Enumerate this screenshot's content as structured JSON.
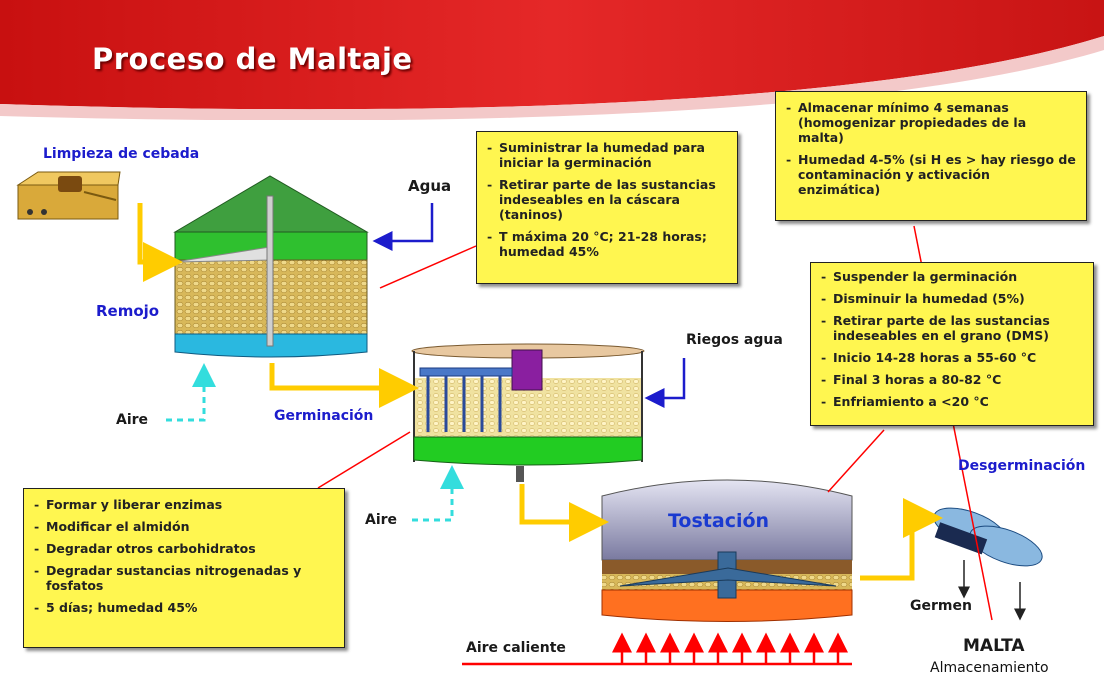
{
  "title": "Proceso de Maltaje",
  "colors": {
    "banner": "#d81e1e",
    "note": "#fff650",
    "arrow": "#ffcc00",
    "blue": "#1c1ccc",
    "red": "#ff0000",
    "cyan": "#33dddd"
  },
  "labels": {
    "limpieza": "Limpieza de cebada",
    "agua": "Agua",
    "remojo": "Remojo",
    "aire1": "Aire",
    "germinacion": "Germinación",
    "riegos": "Riegos agua",
    "aire2": "Aire",
    "tostacion": "Tostación",
    "desgerminacion": "Desgerminación",
    "germen": "Germen",
    "malta": "MALTA",
    "almacenamiento": "Almacenamiento",
    "aire_caliente": "Aire caliente"
  },
  "notes": {
    "remojo": [
      "Suministrar la humedad para iniciar la germinación",
      "Retirar parte de las sustancias indeseables en la cáscara (taninos)",
      "T máxima 20 °C; 21-28 horas; humedad 45%"
    ],
    "almacenamiento": [
      "Almacenar mínimo 4 semanas (homogenizar propiedades de la malta)",
      "Humedad 4-5% (si H es > hay riesgo de contaminación y activación enzimática)"
    ],
    "tostacion": [
      "Suspender la germinación",
      "Disminuir la humedad (5%)",
      "Retirar parte de las sustancias indeseables en el grano (DMS)",
      "Inicio 14-28 horas a 55-60 °C",
      "Final 3 horas a 80-82 °C",
      "Enfriamiento a <20 °C"
    ],
    "germinacion": [
      "Formar y liberar enzimas",
      "Modificar el almidón",
      "Degradar otros carbohidratos",
      "Degradar sustancias nitrogenadas y fosfatos",
      "5 días; humedad 45%"
    ]
  }
}
